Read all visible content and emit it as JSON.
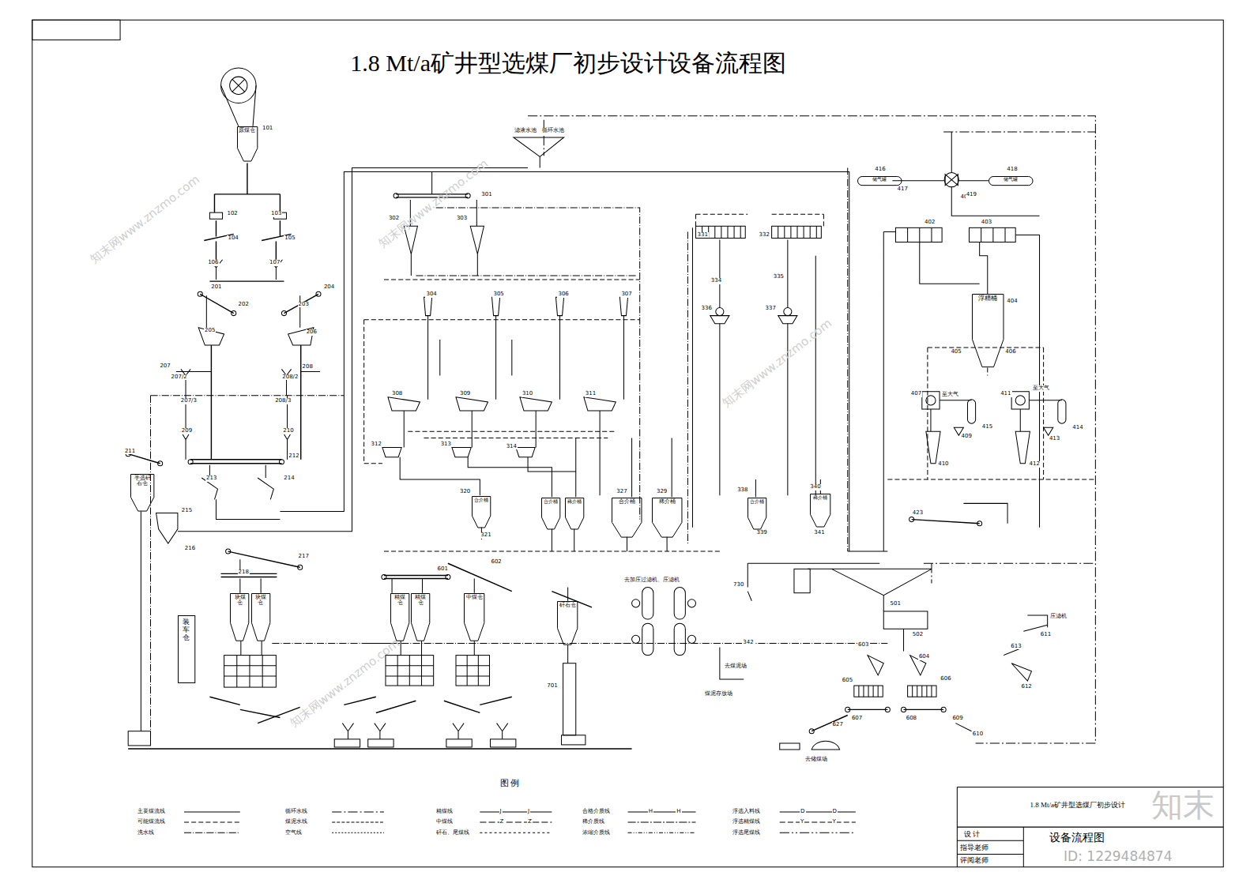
{
  "diagram": {
    "title": "1.8 Mt/a矿井型选煤厂初步设计设备流程图",
    "nodes": [
      {
        "text": [
          "原煤仓"
        ]
      },
      {
        "text": [
          "手选矸石仓"
        ]
      },
      {
        "text": [
          "装车仓"
        ]
      },
      {
        "text": [
          "块煤仓"
        ]
      },
      {
        "text": [
          "块煤仓"
        ]
      },
      {
        "text": [
          "精煤仓"
        ]
      },
      {
        "text": [
          "精煤仓"
        ]
      },
      {
        "text": [
          "中煤仓"
        ]
      },
      {
        "text": [
          "矸石仓"
        ]
      },
      {
        "text": [
          "浮精桶"
        ]
      },
      {
        "text": [
          "合介桶"
        ]
      },
      {
        "text": [
          "合介桶"
        ]
      },
      {
        "text": [
          "稀介桶"
        ]
      },
      {
        "text": [
          "合介桶"
        ]
      },
      {
        "text": [
          "稀介桶"
        ]
      },
      {
        "text": [
          "合介桶"
        ]
      },
      {
        "text": [
          "稀介桶"
        ]
      },
      {
        "text": [
          "储气罐"
        ]
      },
      {
        "text": [
          "储气罐"
        ]
      }
    ],
    "labels": [
      "101",
      "102",
      "103",
      "104",
      "105",
      "106",
      "107",
      "201",
      "202",
      "203",
      "204",
      "205",
      "206",
      "207",
      "208",
      "207/2",
      "208/2",
      "207/3",
      "208/3",
      "209",
      "210",
      "211",
      "212",
      "213",
      "214",
      "215",
      "216",
      "217",
      "218",
      "301",
      "302",
      "303",
      "304",
      "305",
      "306",
      "307",
      "308",
      "309",
      "310",
      "311",
      "312",
      "313",
      "314",
      "320",
      "321",
      "327",
      "329",
      "331",
      "332",
      "334",
      "335",
      "336",
      "337",
      "338",
      "339",
      "340",
      "341",
      "401",
      "402",
      "403",
      "404",
      "405",
      "406",
      "407",
      "411",
      "409",
      "410",
      "412",
      "413",
      "414",
      "415",
      "416",
      "417",
      "418",
      "419",
      "423",
      "501",
      "502",
      "601",
      "602",
      "603",
      "604",
      "605",
      "606",
      "607",
      "608",
      "609",
      "610",
      "611",
      "612",
      "613",
      "627",
      "701",
      "342",
      "730",
      "至大气",
      "至大气",
      "去加压过滤机、压滤机",
      "去煤泥场",
      "煤泥存放场",
      "去储煤场",
      "滤液水池",
      "循环水池",
      "压滤机",
      "J",
      "J",
      "Z",
      "Z",
      "H",
      "H",
      "D",
      "D",
      "Y",
      "Y",
      "图 例",
      "1.8 Mt/a矿井型选煤厂初步设计",
      "设 计",
      "指导老师",
      "评阅老师",
      "设备流程图",
      "知末",
      "ID: 1229484874",
      "知末网www.znzmo.com",
      "知末网www.znzmo.com",
      "知末网www.znzmo.com",
      "知末网www.znzmo.com"
    ],
    "legend": [
      {
        "text": "主要煤流线"
      },
      {
        "text": "可能煤流线"
      },
      {
        "text": "洗水线"
      },
      {
        "text": "循环水线"
      },
      {
        "text": "煤泥水线"
      },
      {
        "text": "空气线"
      },
      {
        "text": "精煤线"
      },
      {
        "text": "中煤线"
      },
      {
        "text": "矸石、尾煤线"
      },
      {
        "text": "合格介质线"
      },
      {
        "text": "稀介质线"
      },
      {
        "text": "浓缩介质线"
      },
      {
        "text": "浮选入料线"
      },
      {
        "text": "浮选精煤线"
      },
      {
        "text": "浮选尾煤线"
      }
    ]
  }
}
